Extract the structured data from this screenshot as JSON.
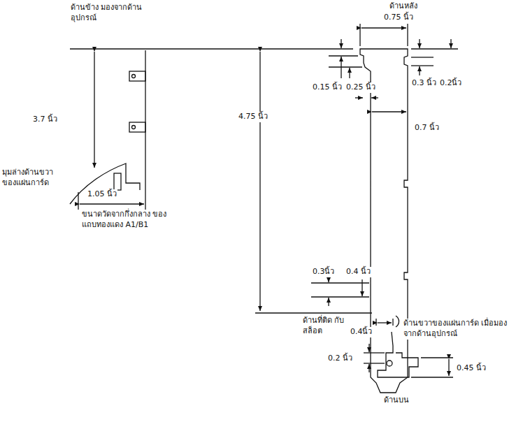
{
  "diagram": {
    "labels": [
      "ด้านข้าง มองจากด้านอุปกรณ์",
      "ด้านหลัง",
      "0.75 นิ้ว",
      "0.15 นิ้ว",
      "0.25 นิ้ว",
      "0.3 นิ้ว",
      "0.2นิ้ว",
      "3.7 นิ้ว",
      "0.7 นิ้ว",
      "มุมล่างด้านขวา ของแผ่นการ์ด",
      "4.75 นิ้ว",
      "1.05 นิ้ว",
      "ขนาดวัดจากกึ่งกลาง ของแถบทองแดง A1/B1",
      "0.3นิ้ว",
      "0.4 นิ้ว",
      "ด้านที่ติด กับสล็อต",
      "0.4นิ้ว",
      "ด้านขวาของแผ่นการ์ด เมื่อมองจากด้านอุปกรณ์",
      "0.2 นิ้ว",
      "0.45 นิ้ว",
      "ด้านบน"
    ]
  }
}
